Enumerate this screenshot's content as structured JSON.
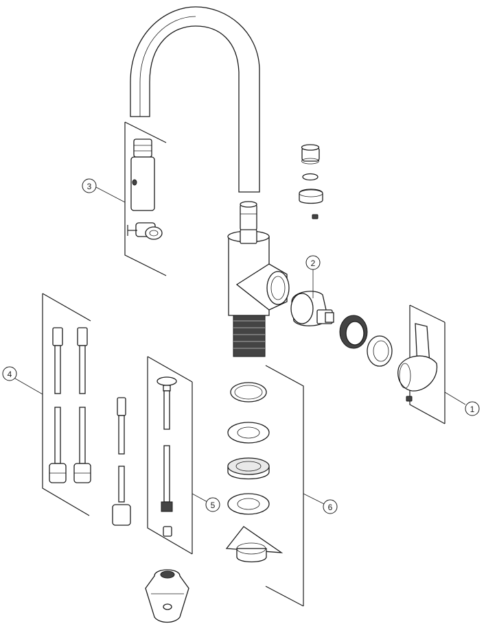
{
  "callouts": [
    {
      "id": "1",
      "label": "1"
    },
    {
      "id": "2",
      "label": "2"
    },
    {
      "id": "3",
      "label": "3"
    },
    {
      "id": "4",
      "label": "4"
    },
    {
      "id": "5",
      "label": "5"
    },
    {
      "id": "6",
      "label": "6"
    }
  ],
  "colors": {
    "line": "#1a1a1a",
    "shade": "#e9e9e9",
    "dark": "#444444",
    "background": "#ffffff"
  }
}
